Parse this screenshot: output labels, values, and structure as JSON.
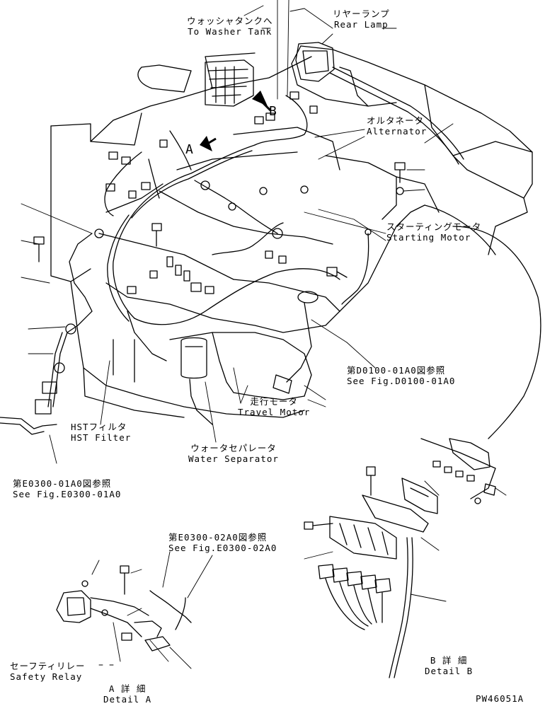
{
  "labels": {
    "washer_tank": {
      "jp": "ウォッシャタンクへ",
      "en": "To Washer Tank"
    },
    "rear_lamp": {
      "jp": "リヤーランプ",
      "en": "Rear Lamp"
    },
    "alternator": {
      "jp": "オルタネータ",
      "en": "Alternator"
    },
    "starting_motor": {
      "jp": "スターティングモータ",
      "en": "Starting Motor"
    },
    "fig_d0100": {
      "jp": "第D0100-01A0図参照",
      "en": "See Fig.D0100-01A0"
    },
    "travel_motor": {
      "jp": "走行モータ",
      "en": "Travel Motor"
    },
    "hst_filter": {
      "jp": "HSTフィルタ",
      "en": "HST Filter"
    },
    "water_separator": {
      "jp": "ウォータセパレータ",
      "en": "Water Separator"
    },
    "fig_e0300_01": {
      "jp": "第E0300-01A0図参照",
      "en": "See Fig.E0300-01A0"
    },
    "fig_e0300_02": {
      "jp": "第E0300-02A0図参照",
      "en": "See Fig.E0300-02A0"
    },
    "safety_relay": {
      "jp": "セーフティリレー",
      "en": "Safety Relay"
    },
    "detail_a": {
      "jp": "A 詳 細",
      "en": "Detail A"
    },
    "detail_b": {
      "jp": "B 詳 細",
      "en": "Detail B"
    }
  },
  "markers": {
    "a": "A",
    "b": "B"
  },
  "drawing_number": "PW46051A"
}
